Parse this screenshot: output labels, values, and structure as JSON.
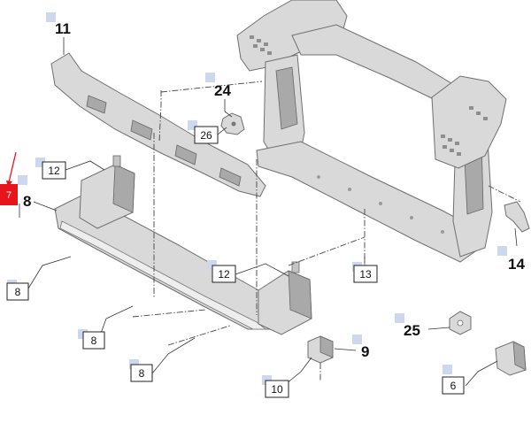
{
  "diagram": {
    "callouts_plain": [
      "11",
      "24",
      "8",
      "14",
      "25",
      "9"
    ],
    "callouts_boxed": [
      "12",
      "26",
      "12",
      "13",
      "8",
      "8",
      "8",
      "10",
      "6"
    ],
    "highlight_label": "7",
    "colors": {
      "highlight": "#e8141b",
      "marker": "#cdd8ef",
      "part_fill": "#d9d9d9",
      "line": "#333333"
    }
  }
}
